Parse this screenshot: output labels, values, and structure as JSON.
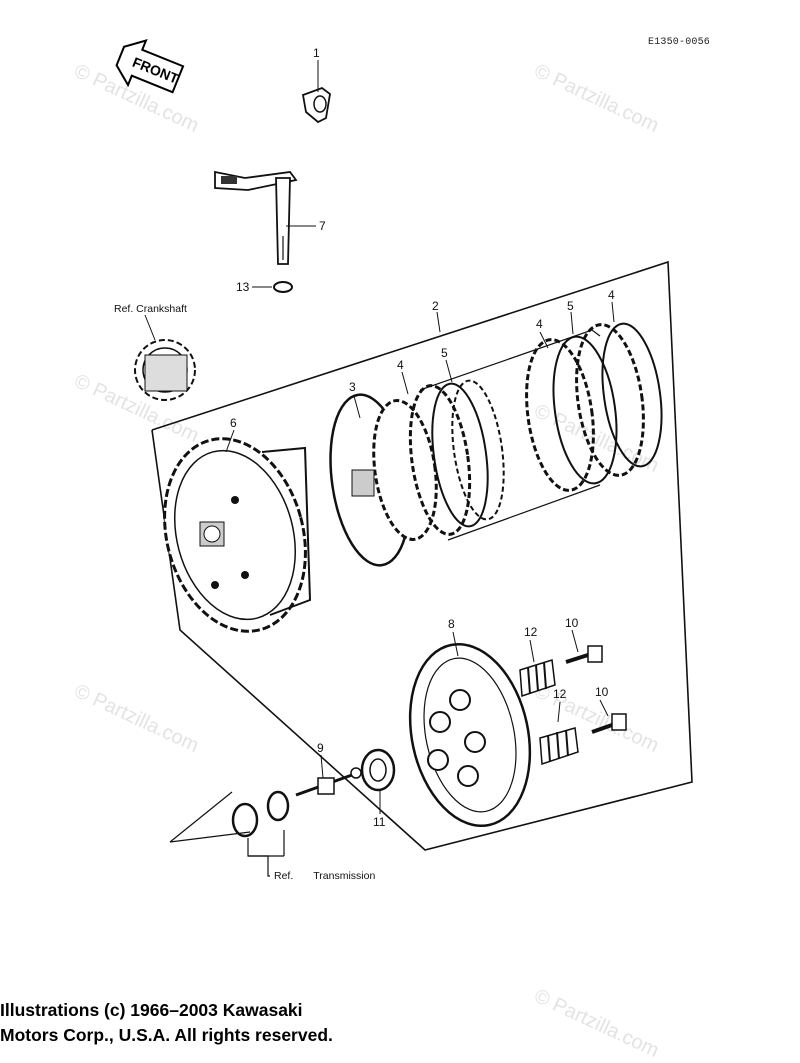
{
  "diagram": {
    "drawing_code": "E1350-0056",
    "front_arrow_label": "FRONT",
    "ref_crankshaft": "Ref. Crankshaft",
    "ref_word": "Ref.",
    "ref_transmission": "Transmission",
    "watermark": "© Partzilla.com",
    "callouts": [
      "1",
      "7",
      "13",
      "2",
      "4",
      "5",
      "4",
      "5",
      "4",
      "3",
      "6",
      "8",
      "12",
      "10",
      "12",
      "10",
      "9",
      "11"
    ],
    "credit_line1": "Illustrations (c) 1966–2003 Kawasaki",
    "credit_line2": "Motors Corp., U.S.A.  All rights reserved."
  }
}
